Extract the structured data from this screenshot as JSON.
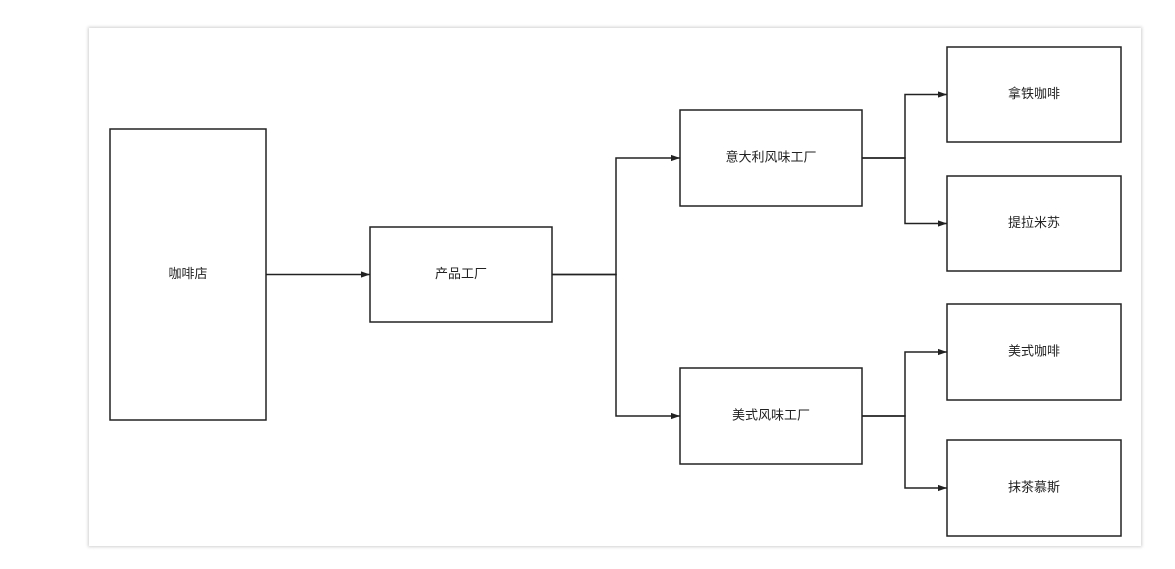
{
  "nodes": {
    "coffee_shop": "咖啡店",
    "product_factory": "产品工厂",
    "italian_factory": "意大利风味工厂",
    "american_factory": "美式风味工厂",
    "latte": "拿铁咖啡",
    "tiramisu": "提拉米苏",
    "americano": "美式咖啡",
    "matcha_mousse": "抹茶慕斯"
  },
  "edges": [
    {
      "from": "coffee_shop",
      "to": "product_factory"
    },
    {
      "from": "product_factory",
      "to": "italian_factory"
    },
    {
      "from": "product_factory",
      "to": "american_factory"
    },
    {
      "from": "italian_factory",
      "to": "latte"
    },
    {
      "from": "italian_factory",
      "to": "tiramisu"
    },
    {
      "from": "american_factory",
      "to": "americano"
    },
    {
      "from": "american_factory",
      "to": "matcha_mousse"
    }
  ]
}
